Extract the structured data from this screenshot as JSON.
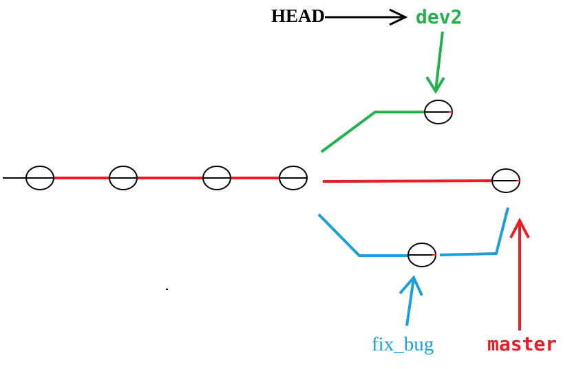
{
  "labels": {
    "head": "HEAD",
    "dev2": "dev2",
    "fix_bug": "fix_bug",
    "master": "master"
  },
  "colors": {
    "master": "#ed1c24",
    "dev2": "#22b14c",
    "fix_bug": "#1a9fdc",
    "head": "#000000",
    "node_stroke": "#000000",
    "node_fill": "#ffffff",
    "background": "#ffffff"
  }
}
